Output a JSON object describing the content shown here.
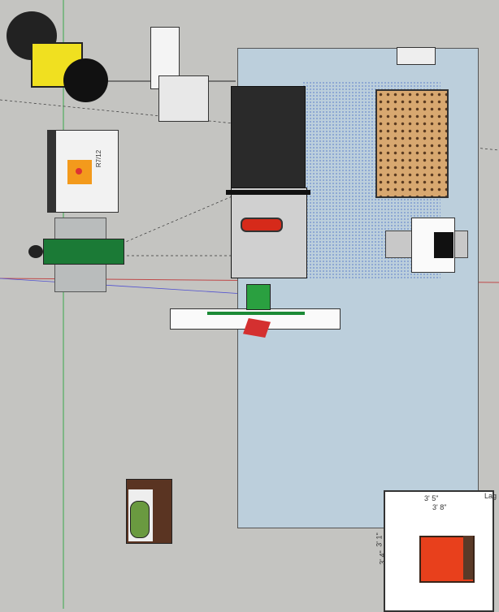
{
  "viewport": {
    "background": "#c4c4c1",
    "floor_color": "#bccfdc"
  },
  "labels": {
    "cabinet_width_top": "3' 5\"",
    "cabinet_width": "3' 8\"",
    "cabinet_depth_a": "3' 1\"",
    "cabinet_depth_b": "3' 4\"",
    "tag": "Lag",
    "planer_marking": "R7/12"
  }
}
